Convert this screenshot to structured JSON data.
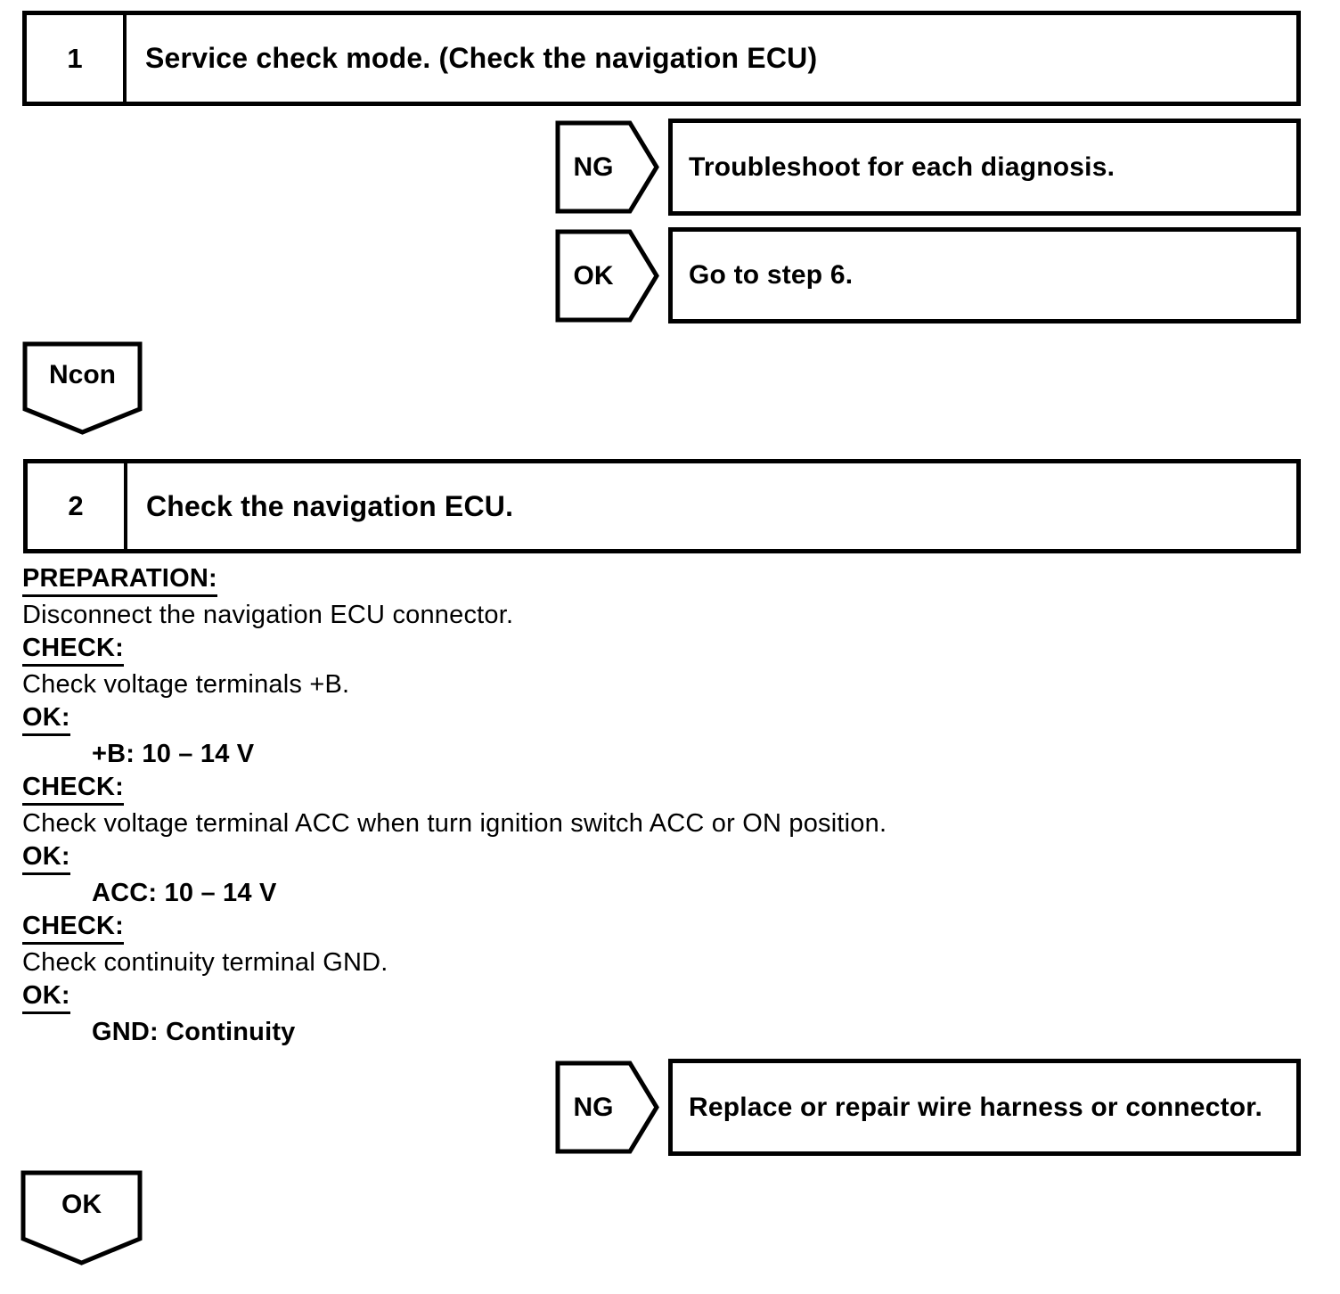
{
  "page": {
    "bg": "#ffffff",
    "ink": "#000000"
  },
  "step1": {
    "number": "1",
    "title": "Service check mode. (Check the navigation ECU)"
  },
  "step2": {
    "number": "2",
    "title": "Check the navigation ECU."
  },
  "decision_ng1": {
    "label": "NG",
    "action": "Troubleshoot for each diagnosis."
  },
  "decision_ok1": {
    "label": "OK",
    "action": "Go to step 6."
  },
  "decision_ng2": {
    "label": "NG",
    "action": "Replace or repair wire harness or connector."
  },
  "connector_ncon": {
    "label": "Ncon"
  },
  "connector_ok": {
    "label": "OK"
  },
  "procedure": {
    "lines": [
      {
        "type": "heading",
        "text": "PREPARATION:"
      },
      {
        "type": "body",
        "text": "Disconnect the navigation ECU connector."
      },
      {
        "type": "heading",
        "text": "CHECK:"
      },
      {
        "type": "body",
        "text": "Check voltage terminals +B."
      },
      {
        "type": "heading",
        "text": "OK:"
      },
      {
        "type": "value",
        "text": "+B: 10 – 14 V"
      },
      {
        "type": "heading",
        "text": "CHECK:"
      },
      {
        "type": "body",
        "text": "Check voltage terminal ACC when turn ignition switch ACC or ON position."
      },
      {
        "type": "heading",
        "text": "OK:"
      },
      {
        "type": "value",
        "text": "ACC: 10 – 14 V"
      },
      {
        "type": "heading",
        "text": "CHECK:"
      },
      {
        "type": "body",
        "text": "Check continuity terminal GND."
      },
      {
        "type": "heading",
        "text": "OK:"
      },
      {
        "type": "value",
        "text": "GND: Continuity"
      }
    ]
  }
}
